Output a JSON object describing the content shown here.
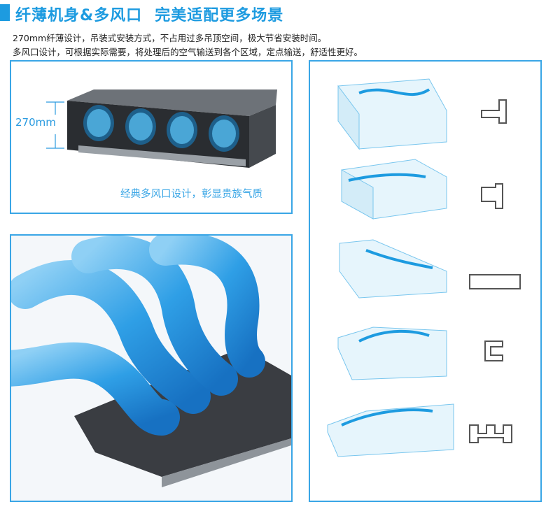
{
  "header": {
    "title_part1": "纤薄机身&多风口",
    "title_part2": "完美适配更多场景",
    "accent_color": "#1d9be0"
  },
  "description": {
    "line1": "270mm纤薄设计，吊装式安装方式，不占用过多吊顶空间，极大节省安装时间。",
    "line2": "多风口设计，可根据实际需要，将处理后的空气输送到各个区域，定点输送，舒适性更好。"
  },
  "unit_panel": {
    "height_label": "270mm",
    "caption": "经典多风口设计，彰显贵族气质"
  },
  "scenarios_panel": {
    "scenario_count": 5
  }
}
